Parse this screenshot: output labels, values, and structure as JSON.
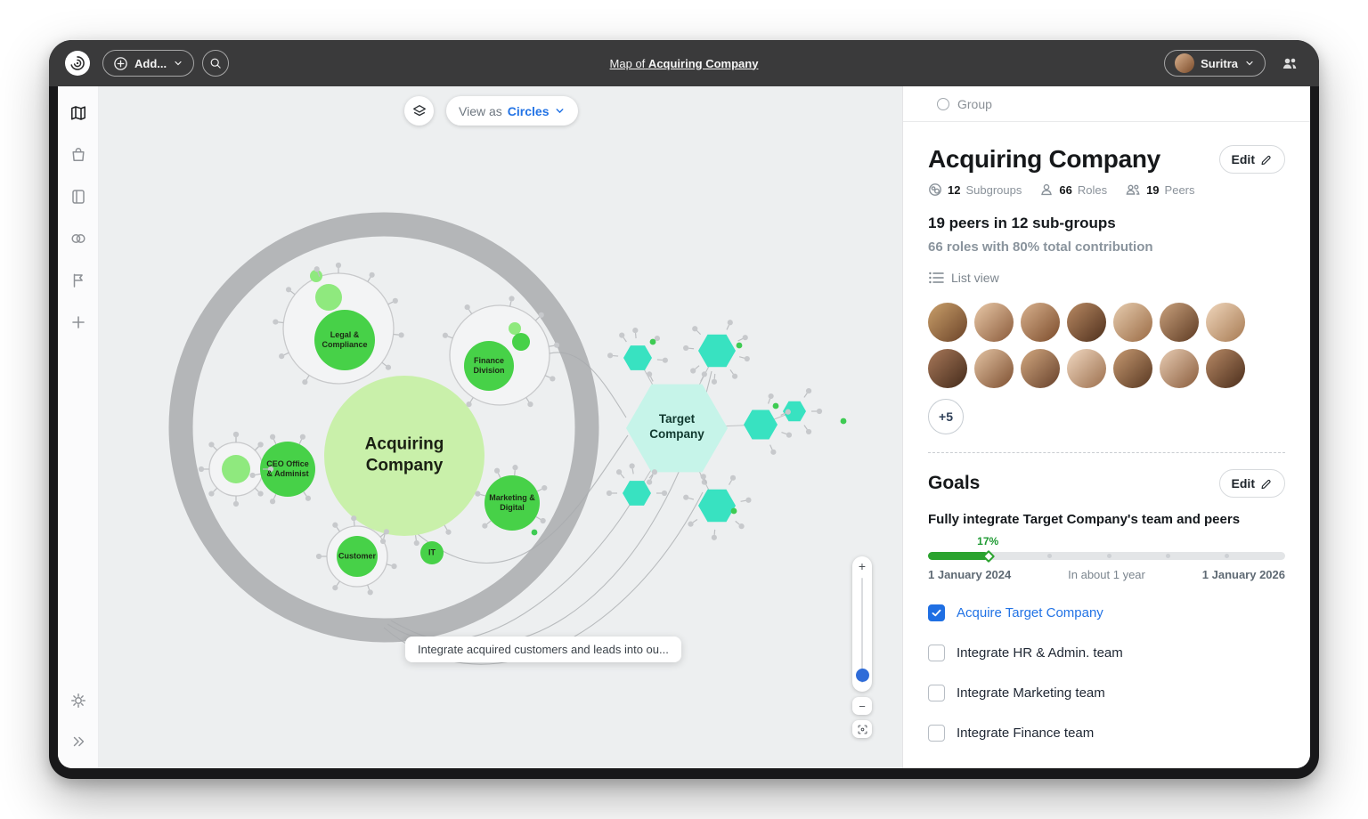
{
  "colors": {
    "accent_blue": "#2273e5",
    "progress_green": "#2ba32f",
    "node_green": "#47d148",
    "node_light_green": "#8fe97e",
    "center_circle_fill": "#c9f0aa",
    "hex_large_fill": "#c6f4e9",
    "hex_small_fill": "#38e2c1",
    "boundary_ring_gray": "#b1b2b4"
  },
  "topbar": {
    "add_button": "Add...",
    "map_title_prefix": "Map of",
    "map_title_name": "Acquiring Company",
    "user_name": "Suritra"
  },
  "canvas": {
    "view_as_label": "View as",
    "view_as_value": "Circles",
    "tooltip": "Integrate acquired customers and leads into ou...",
    "zoom_in": "+",
    "zoom_out": "−",
    "map": {
      "center_group": "Acquiring Company",
      "external_group": "Target Company",
      "subgroups": [
        {
          "label": "Legal & Compliance"
        },
        {
          "label": "Finance Division"
        },
        {
          "label": "CEO Office & Administ"
        },
        {
          "label": "Marketing & Digital"
        },
        {
          "label": "Customer"
        },
        {
          "label": "IT"
        }
      ]
    }
  },
  "panel": {
    "group_label": "Group",
    "title": "Acquiring Company",
    "edit_label": "Edit",
    "stats": [
      {
        "value": "12",
        "label": "Subgroups"
      },
      {
        "value": "66",
        "label": "Roles"
      },
      {
        "value": "19",
        "label": "Peers"
      }
    ],
    "summary_peers": "19 peers in 12 sub-groups",
    "summary_roles": "66 roles with 80% total contribution",
    "list_view_label": "List view",
    "avatars_overflow": "+5",
    "goals": {
      "title": "Goals",
      "edit_label": "Edit",
      "goal_title": "Fully integrate Target Company's team and peers",
      "progress_label": "17%",
      "progress_style": "width:17%",
      "date_start": "1 January 2024",
      "date_mid": "In about 1 year",
      "date_end": "1 January 2026",
      "checklist": [
        {
          "label": "Acquire Target Company",
          "checked": true
        },
        {
          "label": "Integrate HR & Admin. team",
          "checked": false
        },
        {
          "label": "Integrate Marketing team",
          "checked": false
        },
        {
          "label": "Integrate Finance team",
          "checked": false
        }
      ]
    }
  }
}
